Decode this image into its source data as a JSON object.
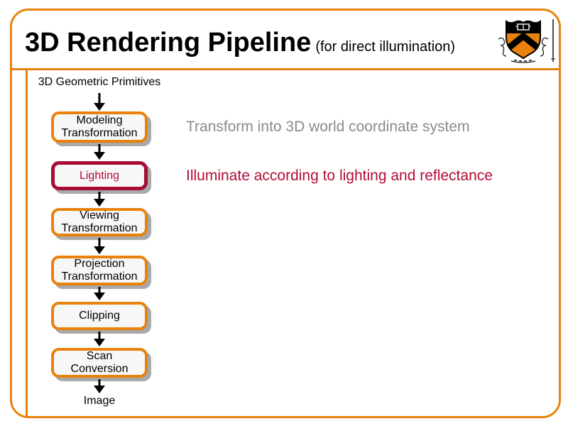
{
  "header": {
    "title": "3D Rendering Pipeline",
    "subtitle": "(for direct illumination)",
    "logo_icon": "princeton-shield"
  },
  "colors": {
    "orange": "#E8820D",
    "crimson": "#A60D33",
    "crimson_text": "#B00D35",
    "muted_gray": "#8A8A8A",
    "box_fill": "#F7F7F7",
    "shadow_gray": "#A9A9A9"
  },
  "pipeline": {
    "input_label": "3D Geometric Primitives",
    "stages": [
      {
        "id": "modeling-transformation",
        "lines": [
          "Modeling",
          "Transformation"
        ],
        "highlight": false
      },
      {
        "id": "lighting",
        "lines": [
          "Lighting"
        ],
        "highlight": true
      },
      {
        "id": "viewing-transformation",
        "lines": [
          "Viewing",
          "Transformation"
        ],
        "highlight": false
      },
      {
        "id": "projection-transformation",
        "lines": [
          "Projection",
          "Transformation"
        ],
        "highlight": false
      },
      {
        "id": "clipping",
        "lines": [
          "Clipping"
        ],
        "highlight": false
      },
      {
        "id": "scan-conversion",
        "lines": [
          "Scan",
          "Conversion"
        ],
        "highlight": false
      }
    ],
    "output_label": "Image"
  },
  "annotations": [
    {
      "text": "Transform into 3D world coordinate system",
      "style": "muted",
      "stage_index": 0
    },
    {
      "text": "Illuminate according to lighting and reflectance",
      "style": "highlight",
      "stage_index": 1
    }
  ]
}
